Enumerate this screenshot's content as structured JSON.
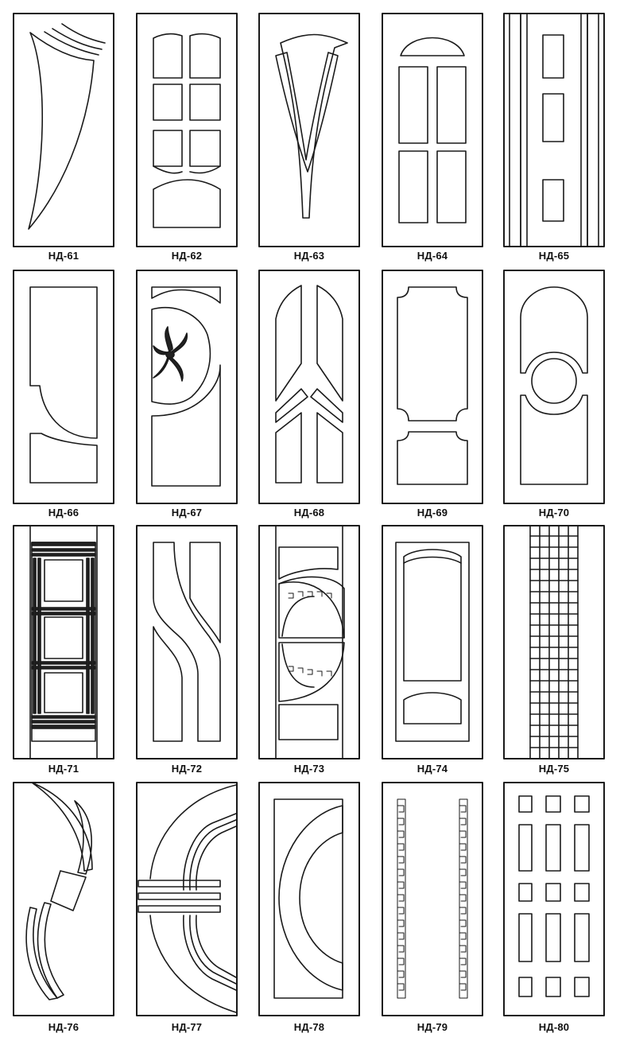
{
  "catalog": {
    "doors": [
      {
        "code": "НД-61"
      },
      {
        "code": "НД-62"
      },
      {
        "code": "НД-63"
      },
      {
        "code": "НД-64"
      },
      {
        "code": "НД-65"
      },
      {
        "code": "НД-66"
      },
      {
        "code": "НД-67"
      },
      {
        "code": "НД-68"
      },
      {
        "code": "НД-69"
      },
      {
        "code": "НД-70"
      },
      {
        "code": "НД-71"
      },
      {
        "code": "НД-72"
      },
      {
        "code": "НД-73"
      },
      {
        "code": "НД-74"
      },
      {
        "code": "НД-75"
      },
      {
        "code": "НД-76"
      },
      {
        "code": "НД-77"
      },
      {
        "code": "НД-78"
      },
      {
        "code": "НД-79"
      },
      {
        "code": "НД-80"
      }
    ]
  },
  "colors": {
    "line": "#1a1a1a",
    "background": "#ffffff"
  }
}
